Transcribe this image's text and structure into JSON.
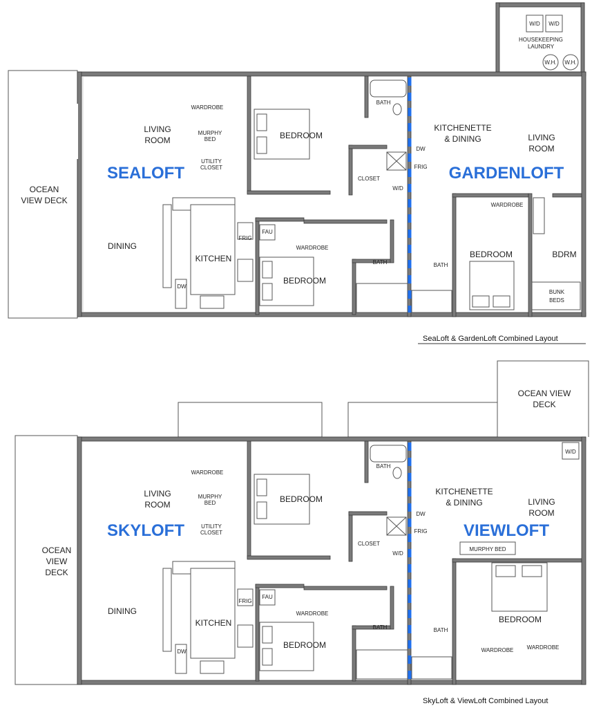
{
  "plan1": {
    "caption": "SeaLoft & GardenLoft Combined Layout",
    "unit_left": "SEALOFT",
    "unit_right": "GARDENLOFT",
    "deck": [
      "OCEAN",
      "VIEW DECK"
    ],
    "living": [
      "LIVING",
      "ROOM"
    ],
    "wardrobe": "WARDROBE",
    "murphy": [
      "MURPHY",
      "BED"
    ],
    "utility": [
      "UTILITY",
      "CLOSET"
    ],
    "bedroom": "BEDROOM",
    "bath": "BATH",
    "closet": "CLOSET",
    "wd": "W/D",
    "dining": "DINING",
    "kitchen": "KITCHEN",
    "frig": "FRIG",
    "fau": "FAU",
    "dw": "DW",
    "kitchenette": [
      "KITCHENETTE",
      "& DINING"
    ],
    "bdrm": "BDRM",
    "bunk": [
      "BUNK",
      "BEDS"
    ],
    "housekeeping": [
      "HOUSEKEEPING",
      "LAUNDRY"
    ],
    "wh": "W.H."
  },
  "plan2": {
    "caption": "SkyLoft & ViewLoft Combined Layout",
    "unit_left": "SKYLOFT",
    "unit_right": "VIEWLOFT",
    "deck_left": [
      "OCEAN",
      "VIEW",
      "DECK"
    ],
    "deck_right": [
      "OCEAN VIEW",
      "DECK"
    ],
    "living": [
      "LIVING",
      "ROOM"
    ],
    "wardrobe": "WARDROBE",
    "murphy": [
      "MURPHY",
      "BED"
    ],
    "utility": [
      "UTILITY",
      "CLOSET"
    ],
    "bedroom": "BEDROOM",
    "bath": "BATH",
    "closet": "CLOSET",
    "wd": "W/D",
    "dining": "DINING",
    "kitchen": "KITCHEN",
    "frig": "FRIG",
    "fau": "FAU",
    "dw": "DW",
    "kitchenette": [
      "KITCHENETTE",
      "& DINING"
    ],
    "murphy_bed": "MURPHY BED"
  }
}
